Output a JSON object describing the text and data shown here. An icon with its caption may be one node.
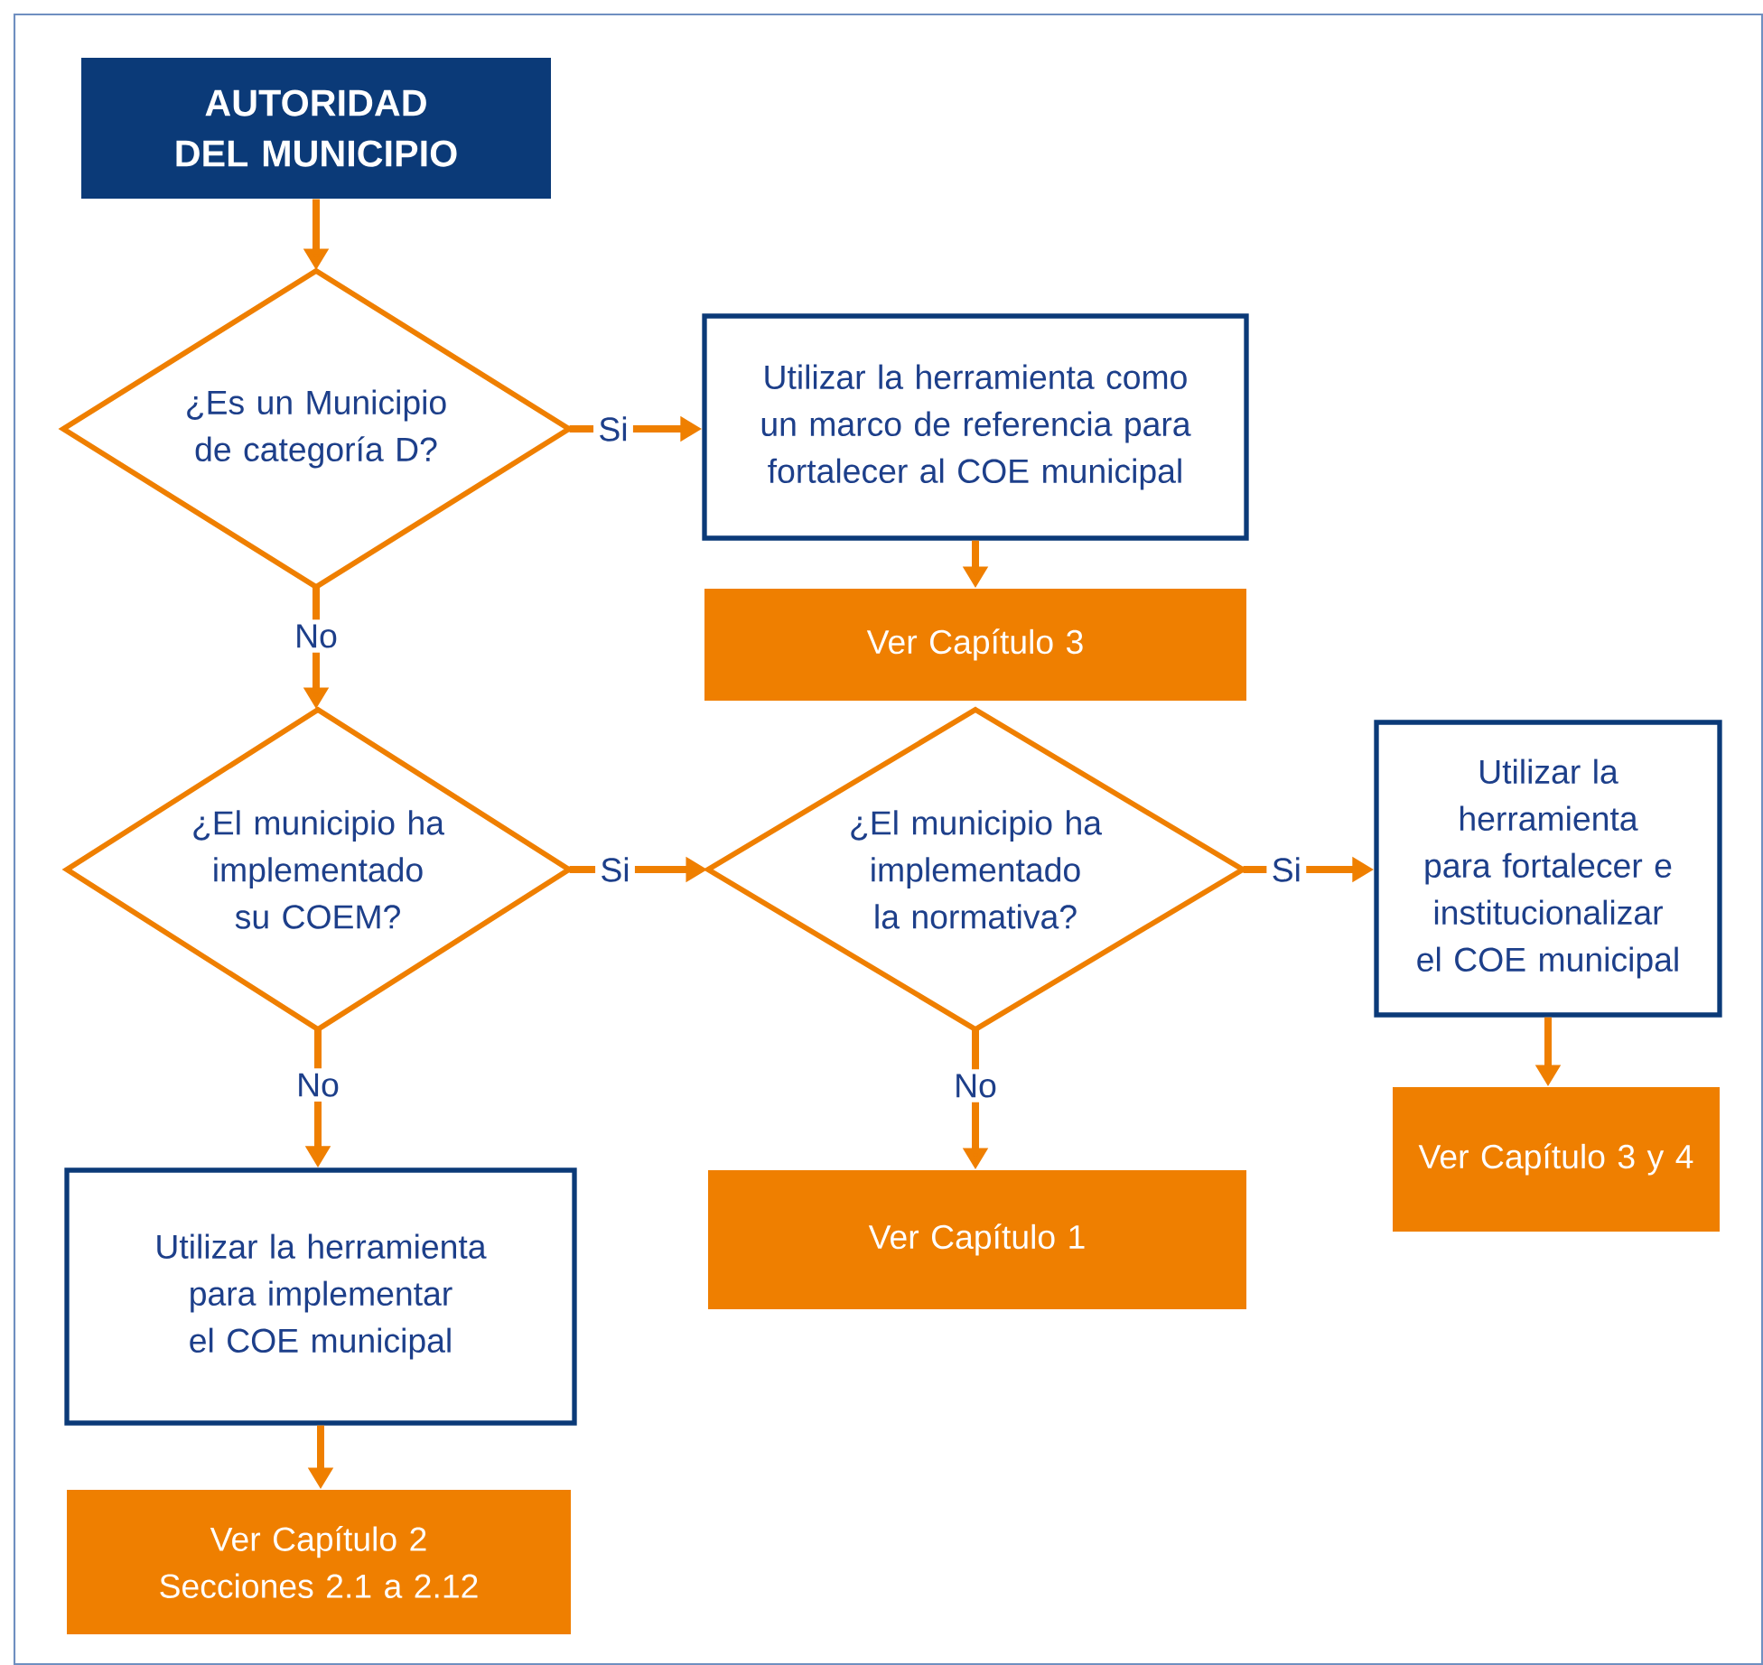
{
  "diagram": {
    "nodes": [
      {
        "text": [
          "AUTORIDAD DEL MUNICIPIO"
        ]
      },
      {
        "text": [
          "¿Es un Municipio de categoría D?"
        ]
      },
      {
        "text": [
          "Utilizar la herramienta como un marco de referencia para fortalecer al COE municipal"
        ]
      },
      {
        "text": [
          "Ver Capítulo 3"
        ]
      },
      {
        "text": [
          "¿El municipio ha implementado su COEM?"
        ]
      },
      {
        "text": [
          "¿El municipio ha implementado la normativa?"
        ]
      },
      {
        "text": [
          "Utilizar la herramienta para fortalecer e institucionalizar el COE municipal"
        ]
      },
      {
        "text": [
          "Ver Capítulo 3 y 4"
        ]
      },
      {
        "text": [
          "Ver Capítulo 1"
        ]
      },
      {
        "text": [
          "Utilizar la herramienta para implementar el COE municipal"
        ]
      },
      {
        "text": [
          "Ver Capítulo 2 Secciones 2.1 a 2.12"
        ]
      }
    ],
    "edges": [
      {
        "from": 0,
        "to": 1,
        "arrow": "to"
      },
      {
        "from": 1,
        "to": 2,
        "arrow": "to",
        "label": "Si"
      },
      {
        "from": 2,
        "to": 3,
        "arrow": "to"
      },
      {
        "from": 1,
        "to": 4,
        "arrow": "to",
        "label": "No"
      },
      {
        "from": 4,
        "to": 5,
        "arrow": "to",
        "label": "Si"
      },
      {
        "from": 5,
        "to": 6,
        "arrow": "to",
        "label": "Si"
      },
      {
        "from": 6,
        "to": 7,
        "arrow": "to"
      },
      {
        "from": 5,
        "to": 8,
        "arrow": "to",
        "label": "No"
      },
      {
        "from": 4,
        "to": 9,
        "arrow": "to",
        "label": "No"
      },
      {
        "from": 9,
        "to": 10,
        "arrow": "to"
      }
    ]
  }
}
